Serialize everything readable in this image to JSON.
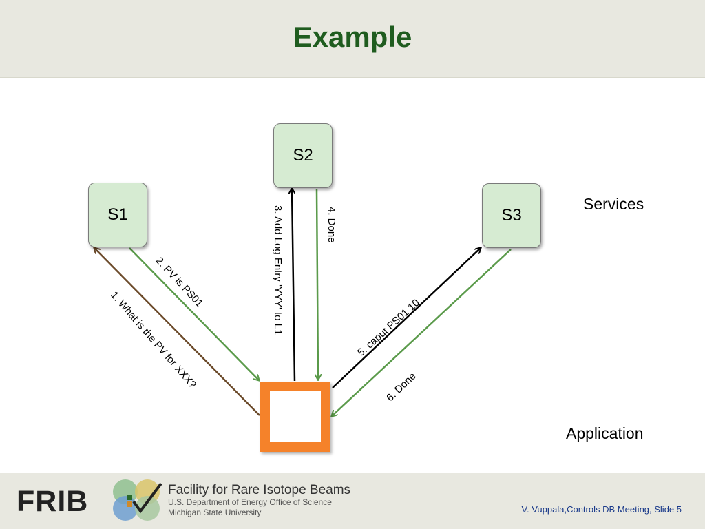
{
  "title": "Example",
  "nodes": {
    "s1": "S1",
    "s2": "S2",
    "s3": "S3"
  },
  "labels": {
    "services": "Services",
    "application": "Application"
  },
  "messages": [
    "1. What is the PV for XXX?",
    "2. PV is PS01",
    "3. Add Log Entry 'YYY' to L1",
    "4. Done",
    "5. caput PS01 10",
    "6. Done"
  ],
  "colors": {
    "title": "#1f5c1f",
    "node_fill": "#d6ebd2",
    "application_border": "#f5822a",
    "arrow_brown": "#6b4a2a",
    "arrow_green": "#5a9a4a",
    "arrow_black": "#000000"
  },
  "footer": {
    "logo_text": "FRIB",
    "org_name": "Facility for Rare Isotope Beams",
    "org_sub1": "U.S. Department of Energy Office of Science",
    "org_sub2": "Michigan State University",
    "credit": "V. Vuppala,Controls DB Meeting, Slide 5"
  }
}
